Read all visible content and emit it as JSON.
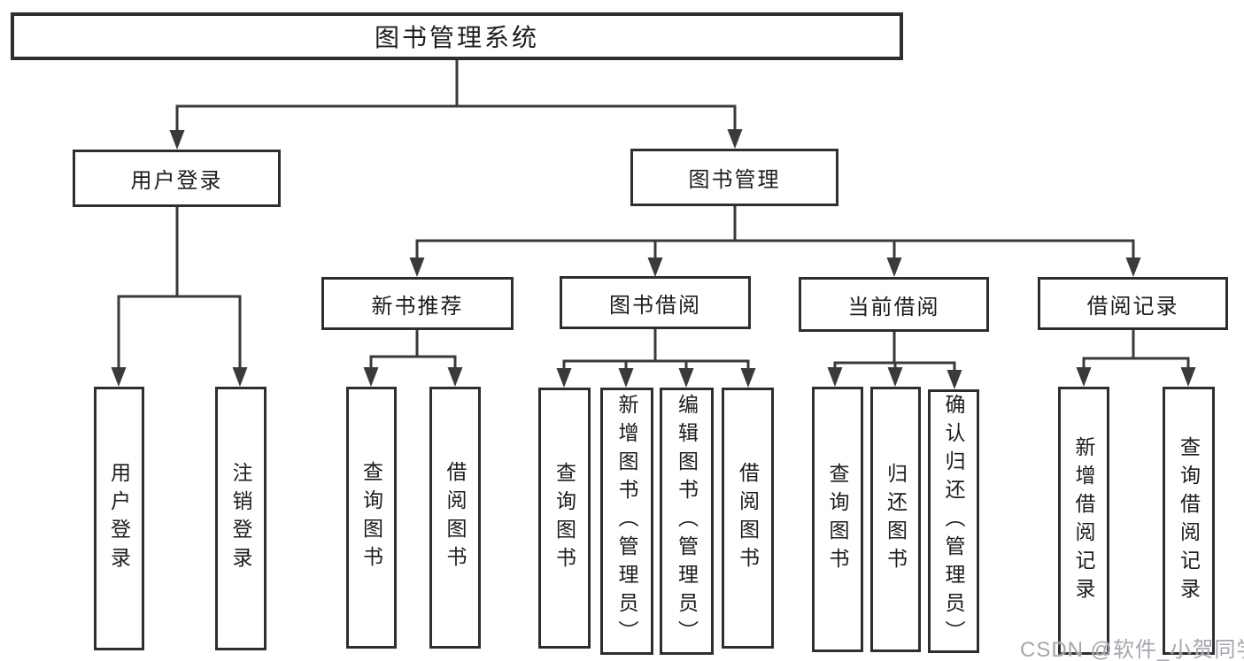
{
  "colors": {
    "line": "#3a3a3a",
    "box_border": "#2e2e2e",
    "text": "#1c1c1c",
    "background": "#ffffff",
    "watermark": "#a0a2aa"
  },
  "tree": {
    "root": "图书管理系统",
    "branches": [
      {
        "label": "用户登录",
        "children": [
          "用户登录",
          "注销登录"
        ]
      },
      {
        "label": "图书管理",
        "groups": [
          {
            "label": "新书推荐",
            "children": [
              "查询图书",
              "借阅图书"
            ]
          },
          {
            "label": "图书借阅",
            "children": [
              "查询图书",
              "新增图书（管理员）",
              "编辑图书（管理员）",
              "借阅图书"
            ]
          },
          {
            "label": "当前借阅",
            "children": [
              "查询图书",
              "归还图书",
              "确认归还（管理员）"
            ]
          },
          {
            "label": "借阅记录",
            "children": [
              "新增借阅记录",
              "查询借阅记录"
            ]
          }
        ]
      }
    ]
  },
  "watermark": {
    "text": "CSDN @软件_小贺同学"
  }
}
